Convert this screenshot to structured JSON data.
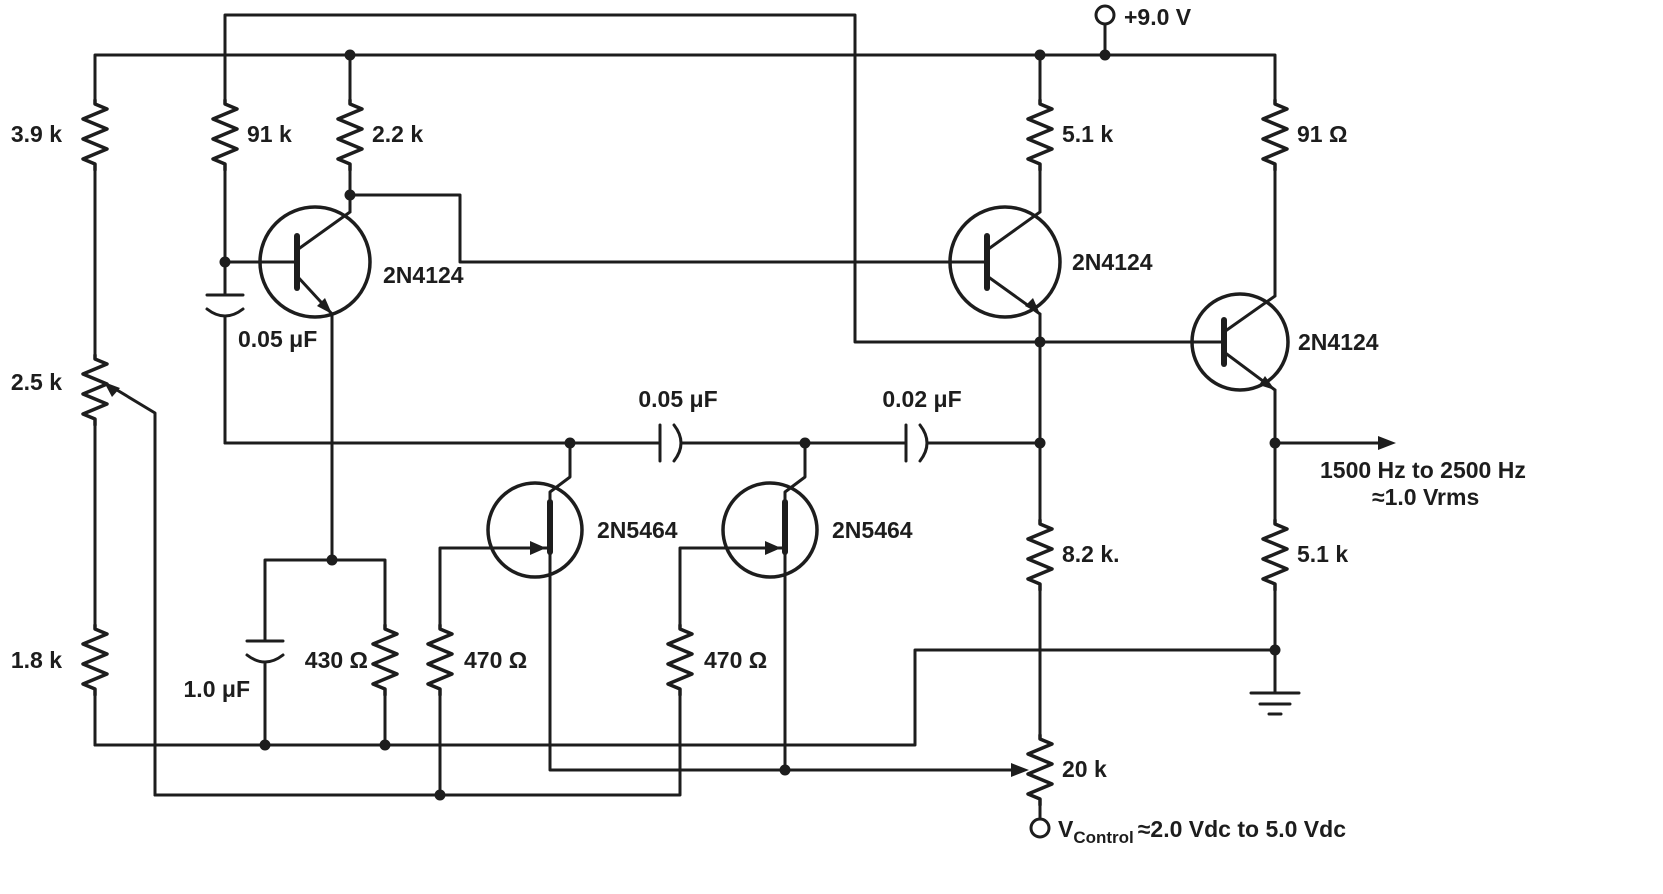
{
  "colors": {
    "ink": "#1d1d1d",
    "paper": "#ffffff"
  },
  "power_rail": {
    "label": "+9.0 V"
  },
  "output": {
    "freq_range": "1500 Hz to 2500 Hz",
    "amplitude": "≈1.0 Vrms"
  },
  "control": {
    "prefix": "V",
    "subscript": "Control",
    "range": "≈2.0 Vdc to 5.0 Vdc"
  },
  "resistors": {
    "r_3k9": "3.9 k",
    "r_91k": "91 k",
    "r_2k2": "2.2 k",
    "r_5k1_top": "5.1 k",
    "r_91": "91 Ω",
    "r_8k2": "8.2 k.",
    "r_5k1_out": "5.1 k",
    "r_1k8": "1.8 k",
    "r_430": "430 Ω",
    "r_470_left": "470 Ω",
    "r_470_right": "470 Ω"
  },
  "potentiometers": {
    "p_2k5": "2.5 k",
    "p_20k": "20 k"
  },
  "capacitors": {
    "c_input": "0.05 μF",
    "c_emitter": "1.0 μF",
    "c_phase1": "0.05 μF",
    "c_phase2": "0.02 μF"
  },
  "transistors": {
    "q1": "2N4124",
    "q2": "2N4124",
    "q3": "2N4124"
  },
  "jfets": {
    "j1": "2N5464",
    "j2": "2N5464"
  }
}
